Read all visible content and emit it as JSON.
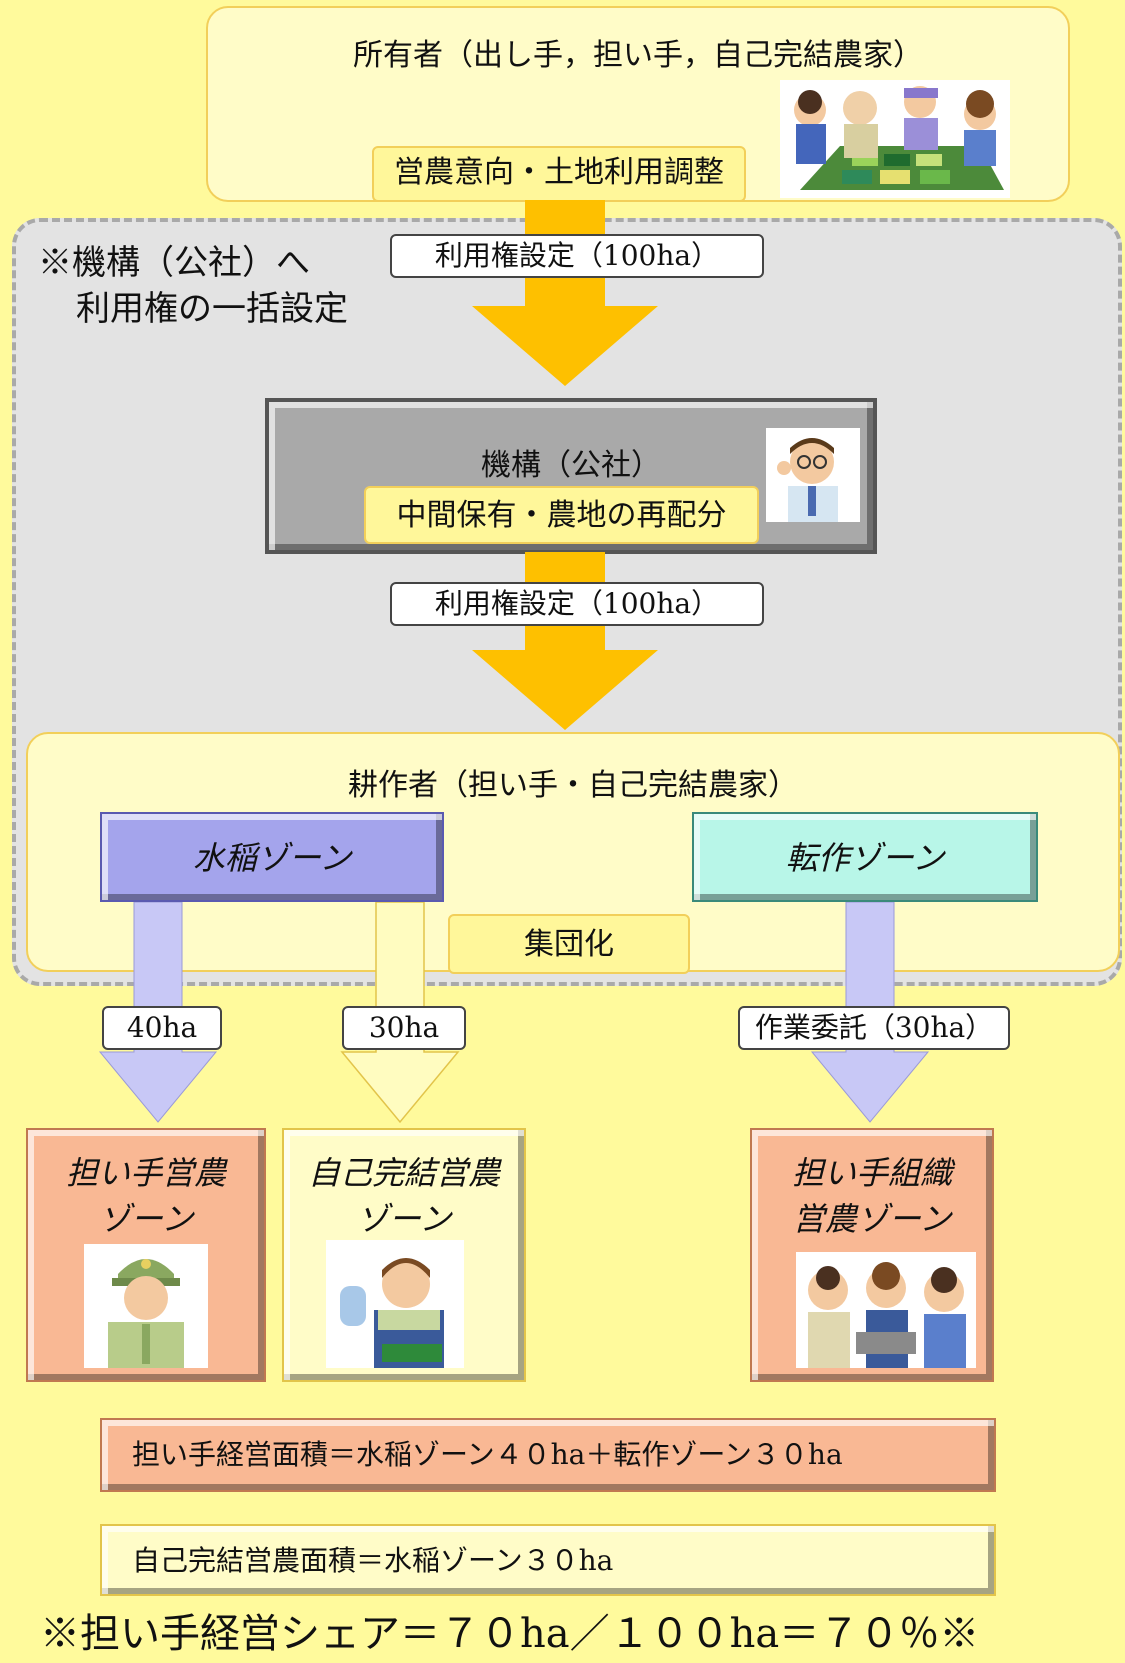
{
  "owner": {
    "title": "所有者（出し手，担い手，自己完結農家）",
    "adjust_tag": "営農意向・土地利用調整"
  },
  "note": {
    "line1": "※機構（公社）へ",
    "line2": "利用権の一括設定"
  },
  "flow": {
    "setting_1": "利用権設定（100ha）",
    "setting_2": "利用権設定（100ha）"
  },
  "kiko": {
    "title": "機構（公社）",
    "tag": "中間保有・農地の再配分"
  },
  "grower": {
    "title": "耕作者（担い手・自己完結農家）",
    "paddy_zone": "水稲ゾーン",
    "rotation_zone": "転作ゾーン",
    "grouping": "集団化",
    "alloc_40": "40ha",
    "alloc_30": "30ha",
    "alloc_consign": "作業委託（30ha）"
  },
  "destinations": {
    "ninaite_line1": "担い手営農",
    "ninaite_line2": "ゾーン",
    "jiko_line1": "自己完結営農",
    "jiko_line2": "ゾーン",
    "soshiki_line1": "担い手組織",
    "soshiki_line2": "営農ゾーン"
  },
  "summary": {
    "ninaite_area": "担い手経営面積＝水稲ゾーン４０ha＋転作ゾーン３０ha",
    "jiko_area": "自己完結営農面積＝水稲ゾーン３０ha",
    "share": "※担い手経営シェア＝７０ha／１００ha＝７０％※"
  },
  "colors": {
    "background": "#fffa9c",
    "arrow_orange": "#fec000",
    "paddy_zone": "#a4a4ec",
    "rotation_zone": "#b8f6e8",
    "ninaite_card": "#f9b894",
    "jiko_card": "#fffcc8"
  }
}
